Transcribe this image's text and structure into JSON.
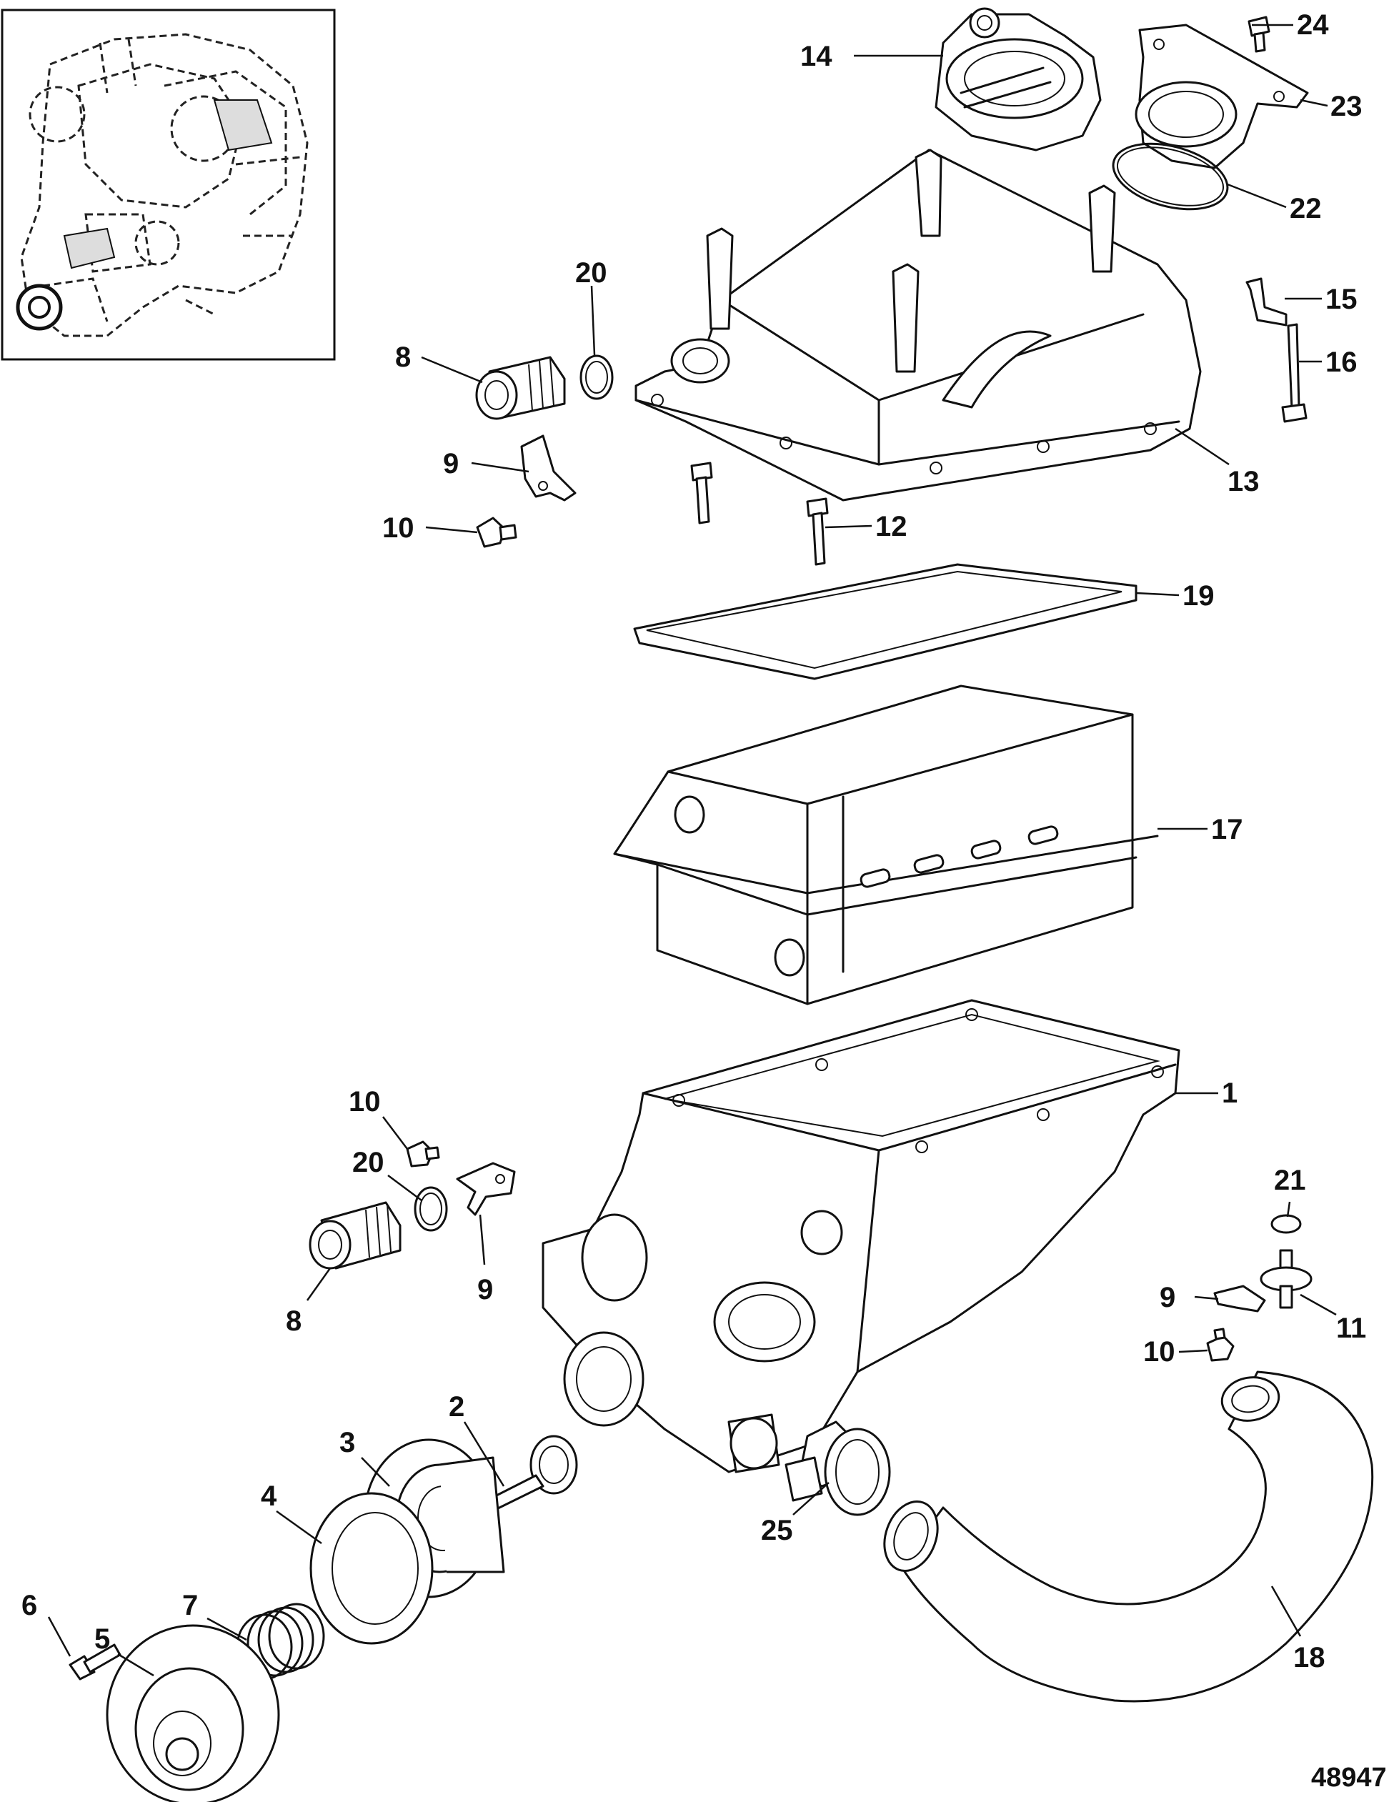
{
  "figure_number": "48947",
  "callouts": [
    "1",
    "2",
    "3",
    "4",
    "5",
    "6",
    "7",
    "8",
    "9",
    "10",
    "11",
    "12",
    "13",
    "14",
    "15",
    "16",
    "17",
    "18",
    "19",
    "20",
    "21",
    "22",
    "23",
    "24",
    "25"
  ],
  "labels": {
    "l24": "24",
    "l14": "14",
    "l23": "23",
    "l22": "22",
    "l20a": "20",
    "l15": "15",
    "l8a": "8",
    "l16": "16",
    "l9a": "9",
    "l13": "13",
    "l10a": "10",
    "l12": "12",
    "l19": "19",
    "l17": "17",
    "l1": "1",
    "l10b": "10",
    "l20b": "20",
    "l21": "21",
    "l8b": "8",
    "l9b": "9",
    "l9c": "9",
    "l11": "11",
    "l10c": "10",
    "l2": "2",
    "l3": "3",
    "l4": "4",
    "l7": "7",
    "l5": "5",
    "l6": "6",
    "l25": "25",
    "l18": "18"
  }
}
